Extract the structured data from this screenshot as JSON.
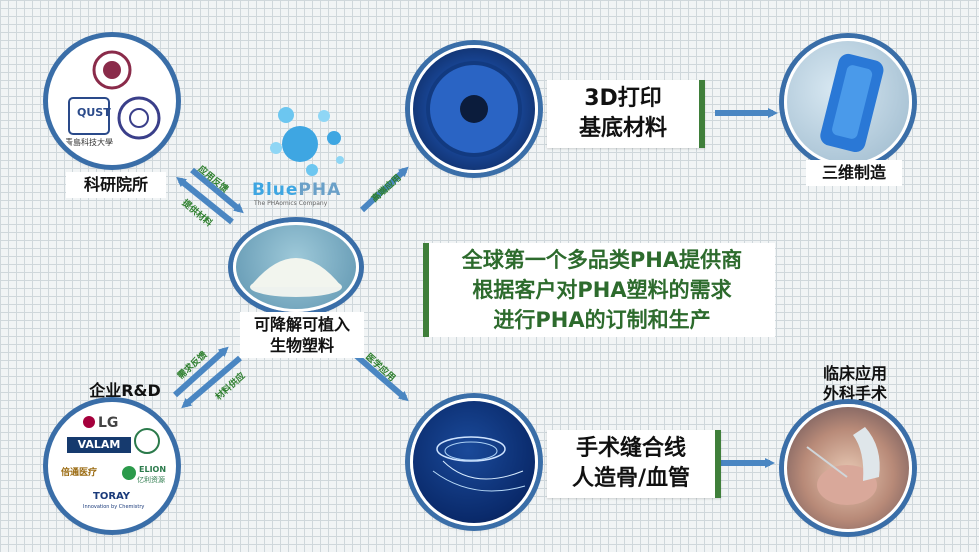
{
  "nodes": {
    "research": "科研院所",
    "enterprise": "企业R&D",
    "plastic_line1": "可降解可植入",
    "plastic_line2": "生物塑料",
    "printing_line1": "3D打印",
    "printing_line2": "基底材料",
    "manufacture": "三维制造",
    "suture_line1": "手术缝合线",
    "suture_line2": "人造骨/血管",
    "clinical_line1": "临床应用",
    "clinical_line2": "外科手术"
  },
  "arrows": {
    "research_to_company": "应用反馈",
    "company_to_research": "提供材料",
    "high_end": "高端应用",
    "enterprise_feedback": "需求反馈",
    "enterprise_supply": "材料供应",
    "medical": "医学应用"
  },
  "brand": {
    "name_blue": "Blue",
    "name_pha": "PHA",
    "tagline": "The PHAomics Company"
  },
  "logos": {
    "lg": "LG",
    "valam": "VALAM",
    "elion_en": "ELION",
    "elion_cn": "亿利资源",
    "yitong": "倍通医疗",
    "toray": "TORAY",
    "toray_tag": "Innovation by Chemistry",
    "qust": "QUST",
    "qust_cn": "青島科技大學"
  },
  "headline": {
    "line1": "全球第一个多品类PHA提供商",
    "line2": "根据客户对PHA塑料的需求",
    "line3": "进行PHA的订制和生产"
  },
  "colors": {
    "ring": "#3a6ea8",
    "arrow": "#4a86c2",
    "accent_green": "#3f7f3a",
    "headline_green": "#2d6b2d"
  }
}
